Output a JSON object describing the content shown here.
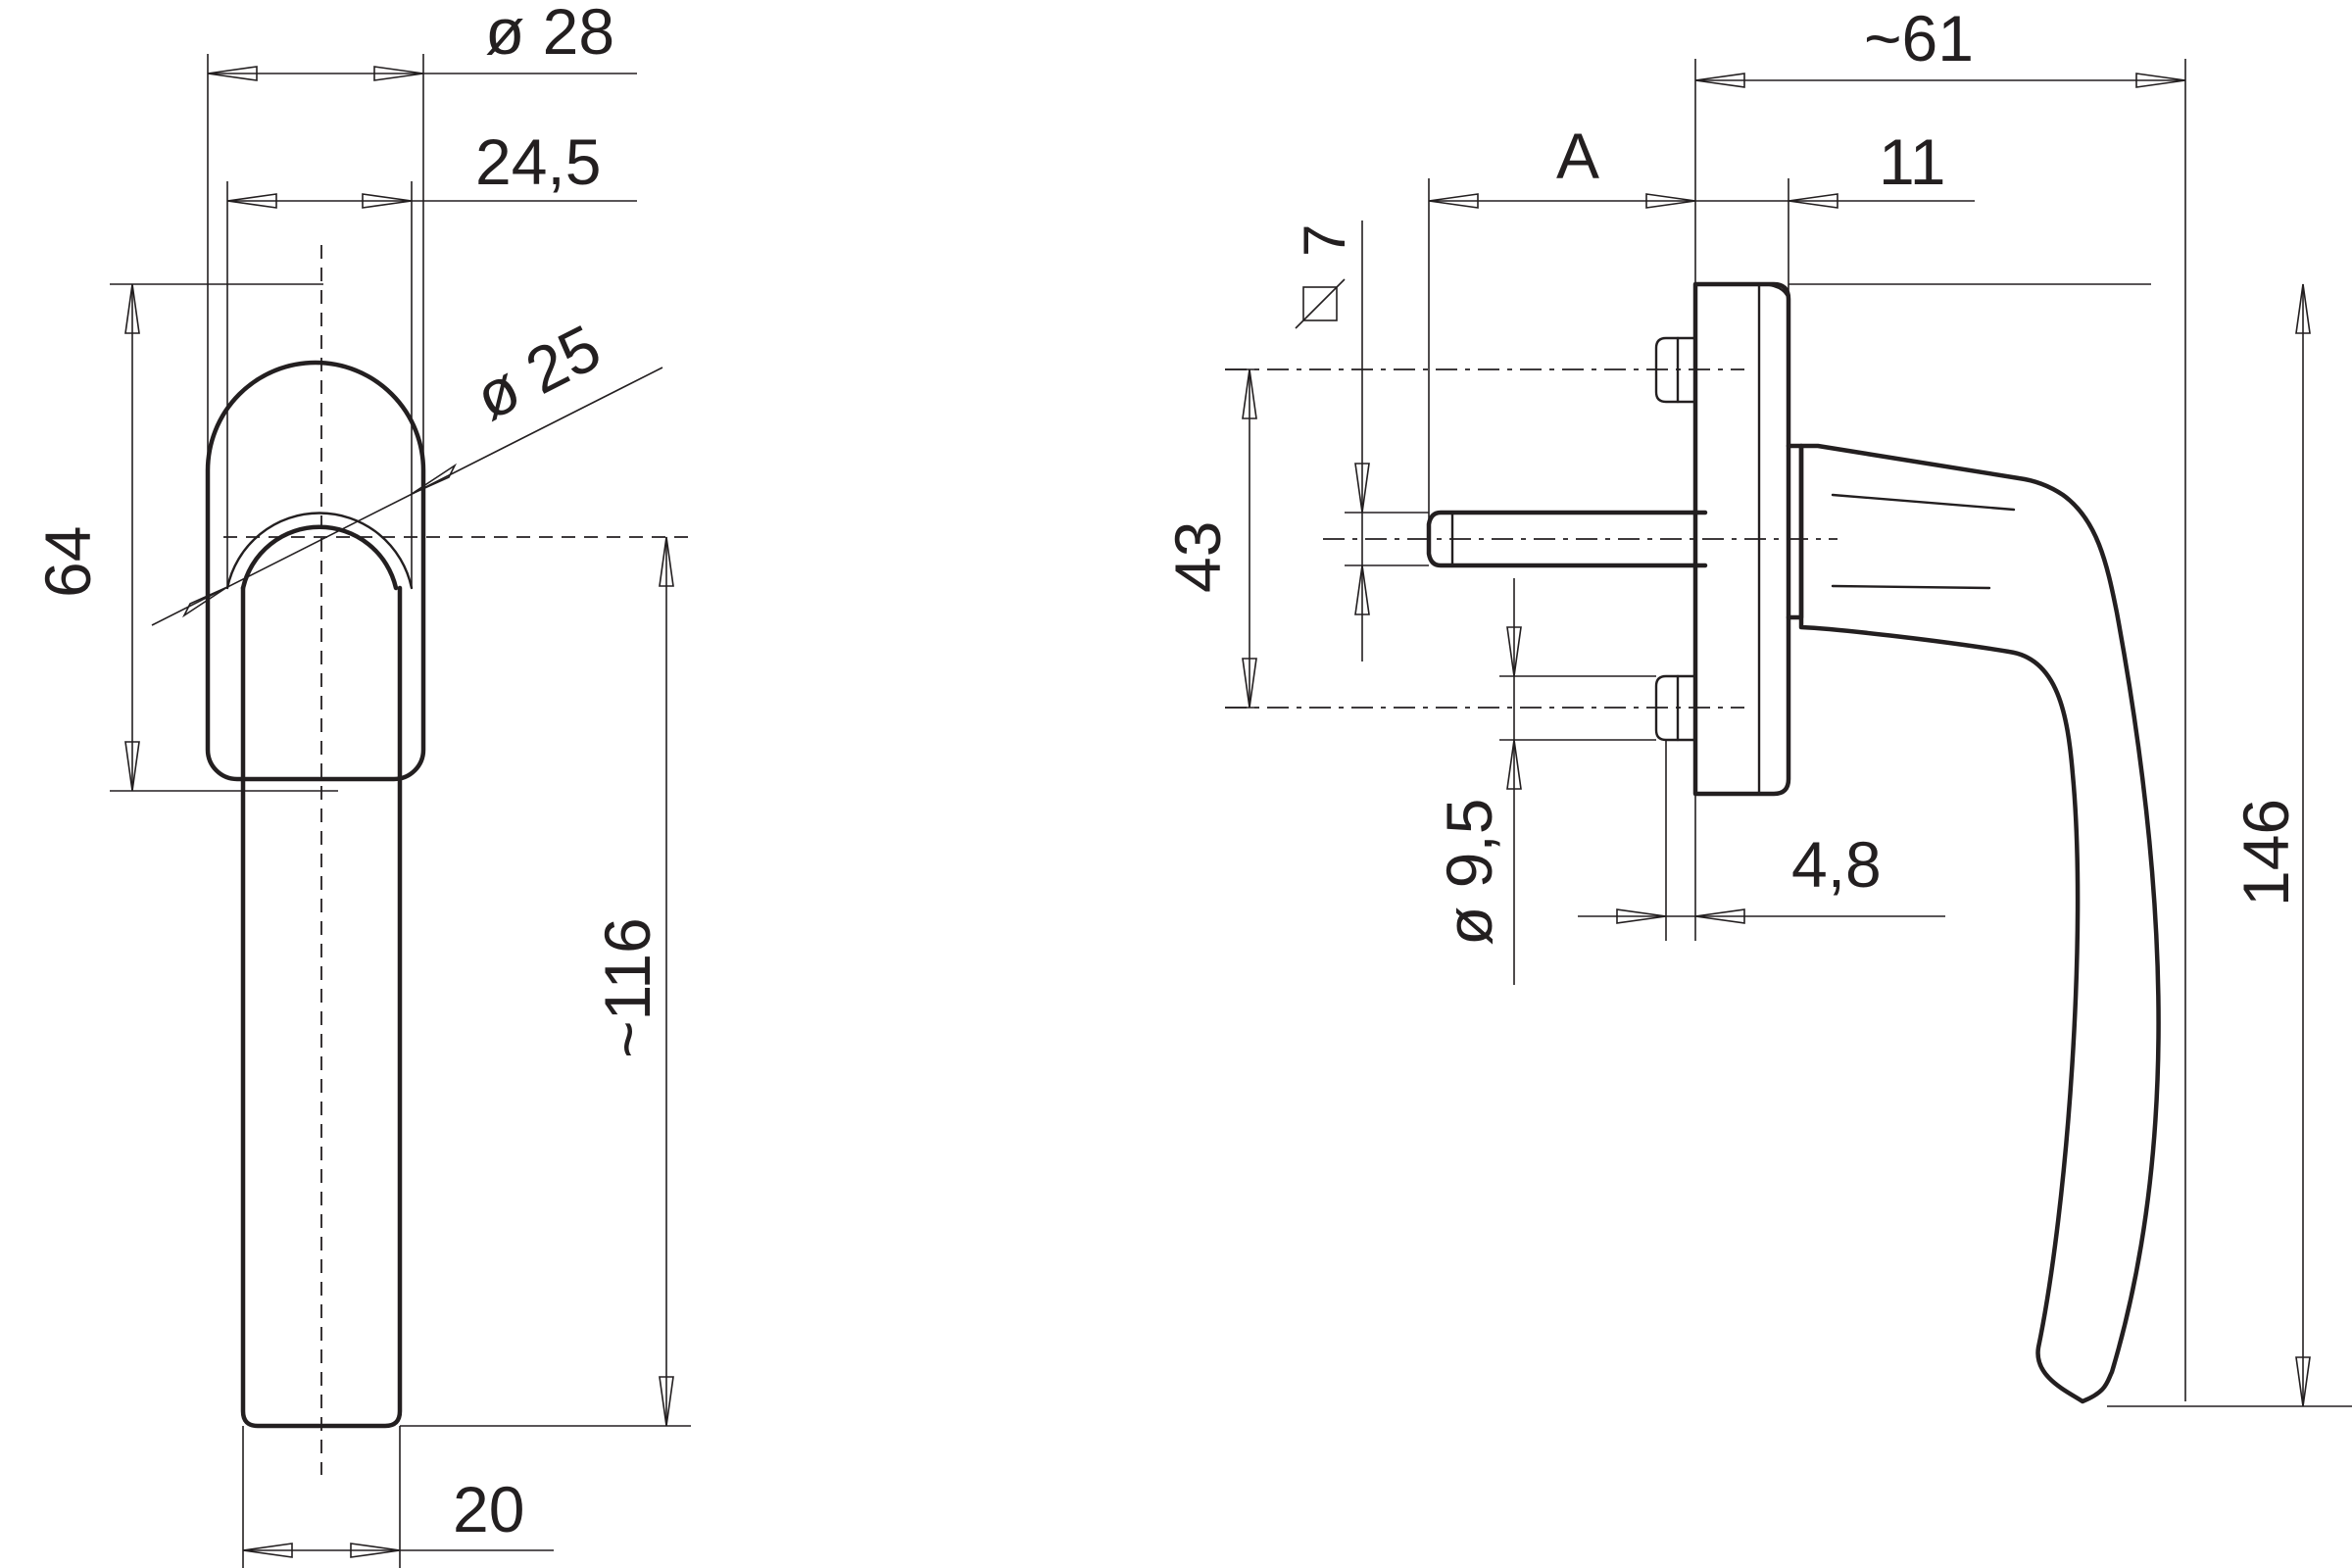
{
  "front_view": {
    "dim_dia_28": "ø 28",
    "dim_24_5": "24,5",
    "dim_dia_25": "ø 25",
    "dim_64": "64",
    "dim_116": "~116",
    "dim_20": "20"
  },
  "side_view": {
    "dim_61": "~61",
    "dim_A": "A",
    "dim_11": "11",
    "dim_sq_7": "7",
    "dim_43": "43",
    "dim_dia_9_5": "ø 9,5",
    "dim_4_8": "4,8",
    "dim_146": "146"
  }
}
